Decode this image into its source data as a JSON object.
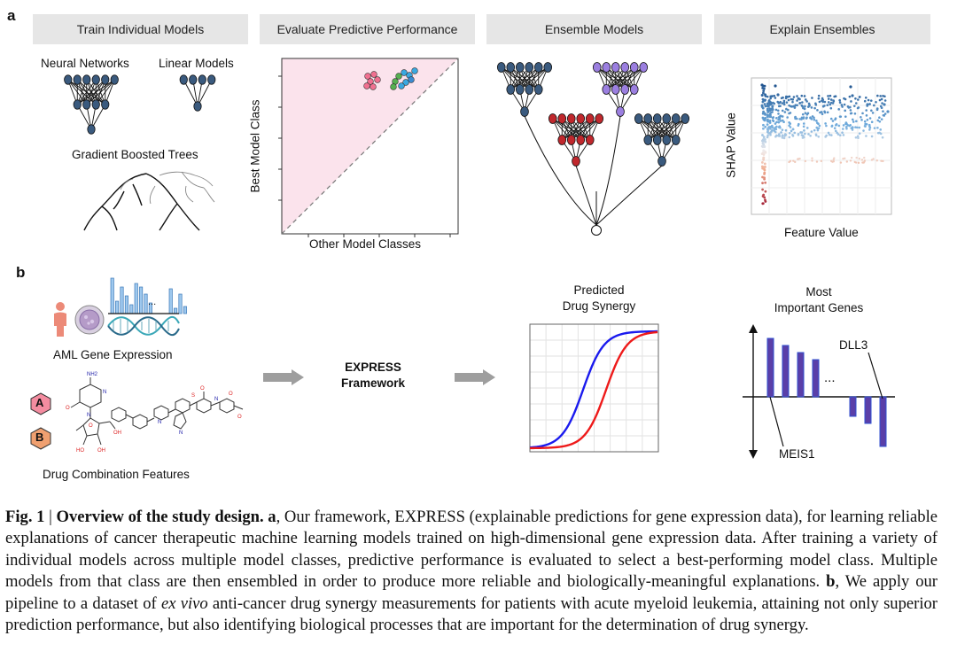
{
  "panel_a": {
    "letter": "a",
    "headers": [
      "Train Individual Models",
      "Evaluate Predictive Performance",
      "Ensemble Models",
      "Explain Ensembles"
    ],
    "neural_networks_label": "Neural Networks",
    "linear_models_label": "Linear Models",
    "gbt_label": "Gradient Boosted Trees",
    "perf_ylabel": "Best Model Class",
    "perf_xlabel": "Other Model Classes",
    "shap_ylabel": "SHAP Value",
    "shap_xlabel": "Feature Value"
  },
  "panel_b": {
    "letter": "b",
    "gene_expression_label": "AML Gene Expression",
    "ellipsis": "...",
    "drug_features_label": "Drug Combination Features",
    "drug_a": "A",
    "drug_b": "B",
    "framework_line1": "EXPRESS",
    "framework_line2": "Framework",
    "synergy_line1": "Predicted",
    "synergy_line2": "Drug Synergy",
    "genes_line1": "Most",
    "genes_line2": "Important Genes",
    "gene_top": "DLL3",
    "gene_bottom": "MEIS1",
    "gene_ellipsis": "..."
  },
  "colors": {
    "header_bg": "#e6e6e6",
    "nn_node": "#3a5a7e",
    "purple_node": "#9b7fe0",
    "red_node": "#c0282d",
    "pink_region": "#fbe3ec",
    "curve_blue": "#1a1aee",
    "curve_red": "#ee1a1a",
    "bar_purple": "#5a3fa8",
    "arrow_gray": "#9e9e9e"
  },
  "caption": {
    "fig_label": "Fig. 1",
    "separator": " | ",
    "title": "Overview of the study design.",
    "a_label": "a",
    "a_text": ", Our framework, EXPRESS (explainable predictions for gene expression data), for learning reliable explanations of cancer therapeutic machine learning models trained on high-dimensional gene expression data. After training a variety of individual models across multiple model classes, predictive performance is evaluated to select a best-performing model class. Multiple models from that class are then ensembled in order to produce more reliable and biologically-meaningful explanations. ",
    "b_label": "b",
    "b_text1": ", We apply our pipeline to a dataset of ",
    "b_italic": "ex vivo",
    "b_text2": " anti-cancer drug synergy measurements for patients with acute myeloid leukemia, attaining not only superior prediction performance, but also identifying biological processes that are important for the determination of drug synergy."
  }
}
